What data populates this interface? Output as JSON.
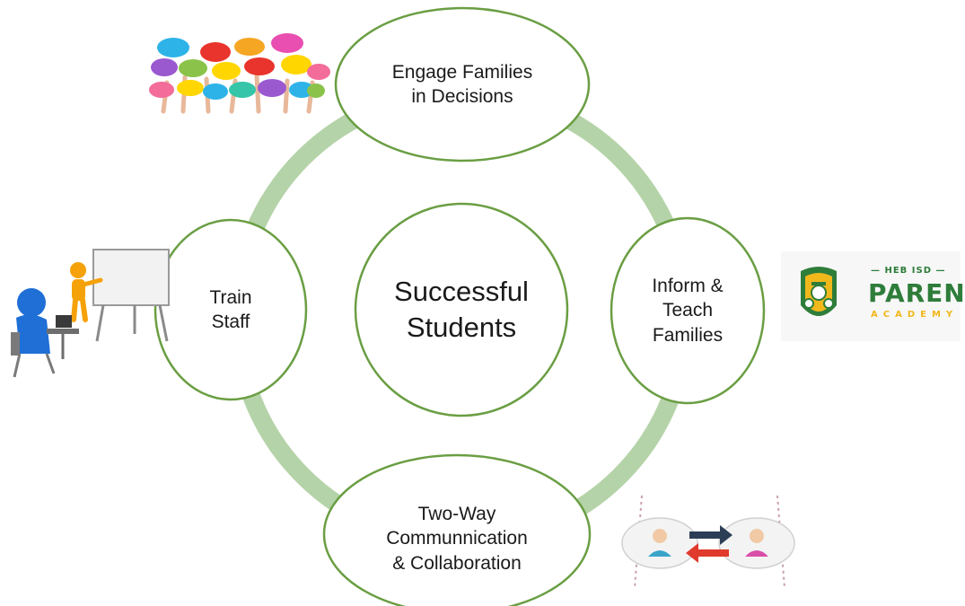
{
  "diagram": {
    "center": {
      "label": "Successful\nStudents"
    },
    "nodes": [
      {
        "id": "engage",
        "label": "Engage Families\nin Decisions"
      },
      {
        "id": "inform",
        "label": "Inform &\nTeach\nFamilies"
      },
      {
        "id": "communication",
        "label": "Two-Way\nCommunnication\n& Collaboration"
      },
      {
        "id": "train",
        "label": "Train\nStaff"
      }
    ]
  },
  "logo": {
    "top_line": "— HEB ISD —",
    "main": "PARENT",
    "sub": "ACADEMY"
  },
  "colors": {
    "ring": "#b5d3a8",
    "node_border": "#6a9e43",
    "logo_green": "#2e7d3a",
    "logo_yellow": "#f1b81c"
  },
  "icons": [
    "speech-bubbles-image",
    "presenter-icon",
    "parent-academy-logo",
    "communication-icon"
  ]
}
